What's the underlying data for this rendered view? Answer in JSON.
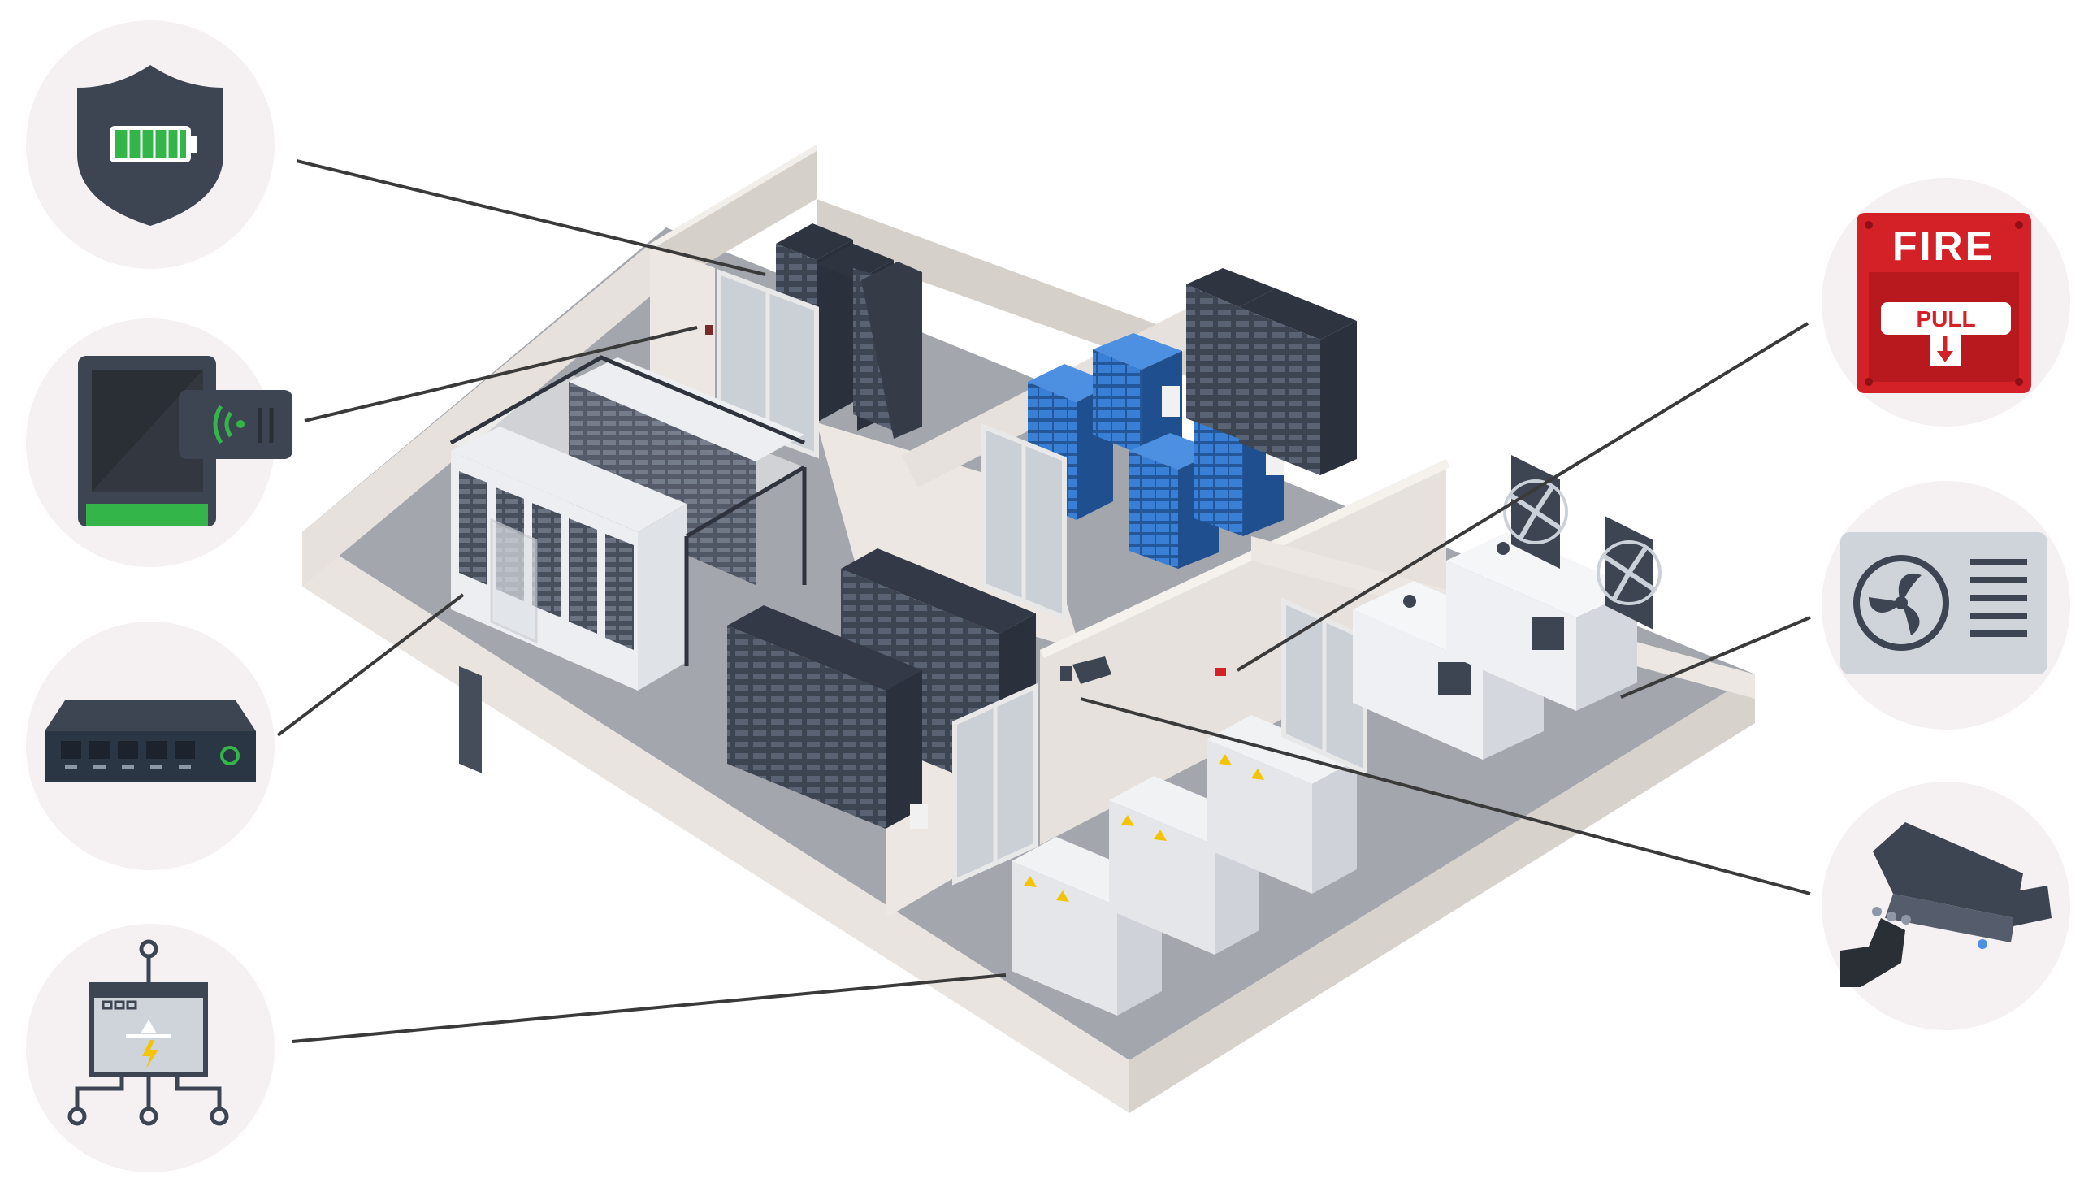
{
  "colors": {
    "circle_bg": "#f5f0f2",
    "floor": "#a4a6ad",
    "wall_top": "#ece7e2",
    "wall_side": "#d6d0ca",
    "rack_dark": "#3d4452",
    "rack_light": "#eceef2",
    "battery_blue": "#2d6fc4",
    "fire_red": "#d42027",
    "accent_green": "#33b54a",
    "leader_line": "#3a3a3a",
    "warning_yellow": "#f5c400"
  },
  "icons": [
    {
      "name": "battery-shield-icon",
      "side": "left"
    },
    {
      "name": "access-card-reader-icon",
      "side": "left"
    },
    {
      "name": "network-switch-icon",
      "side": "left"
    },
    {
      "name": "power-distribution-icon",
      "side": "left"
    },
    {
      "name": "fire-alarm-pull-icon",
      "side": "right"
    },
    {
      "name": "hvac-unit-icon",
      "side": "right"
    },
    {
      "name": "security-camera-icon",
      "side": "right"
    }
  ],
  "fire_alarm": {
    "title": "FIRE",
    "pull_label": "PULL"
  }
}
